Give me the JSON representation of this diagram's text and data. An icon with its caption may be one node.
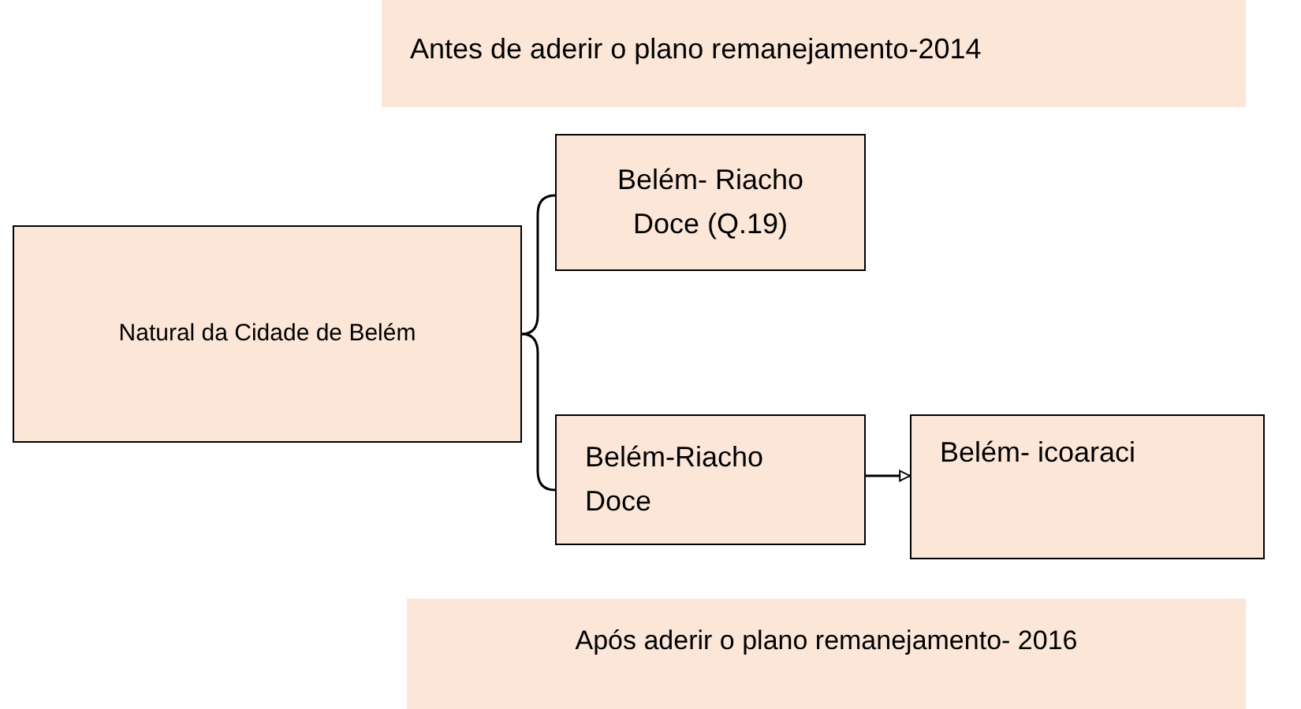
{
  "diagram": {
    "nodes": [
      {
        "text": [
          "Antes de aderir o plano remanejamento-2014"
        ]
      },
      {
        "text": [
          "Natural da Cidade de Belém"
        ]
      },
      {
        "text": [
          "Belém- Riacho Doce (Q.19)"
        ]
      },
      {
        "text": [
          "Belém-Riacho Doce"
        ]
      },
      {
        "text": [
          "Belém- icoaraci"
        ]
      },
      {
        "text": [
          "Após aderir o plano remanejamento- 2016"
        ]
      }
    ],
    "edges": [
      {
        "from": 1,
        "to": 2,
        "arrow": "none"
      },
      {
        "from": 1,
        "to": 3,
        "arrow": "none"
      },
      {
        "from": 3,
        "to": 4,
        "arrow": "to"
      }
    ]
  }
}
